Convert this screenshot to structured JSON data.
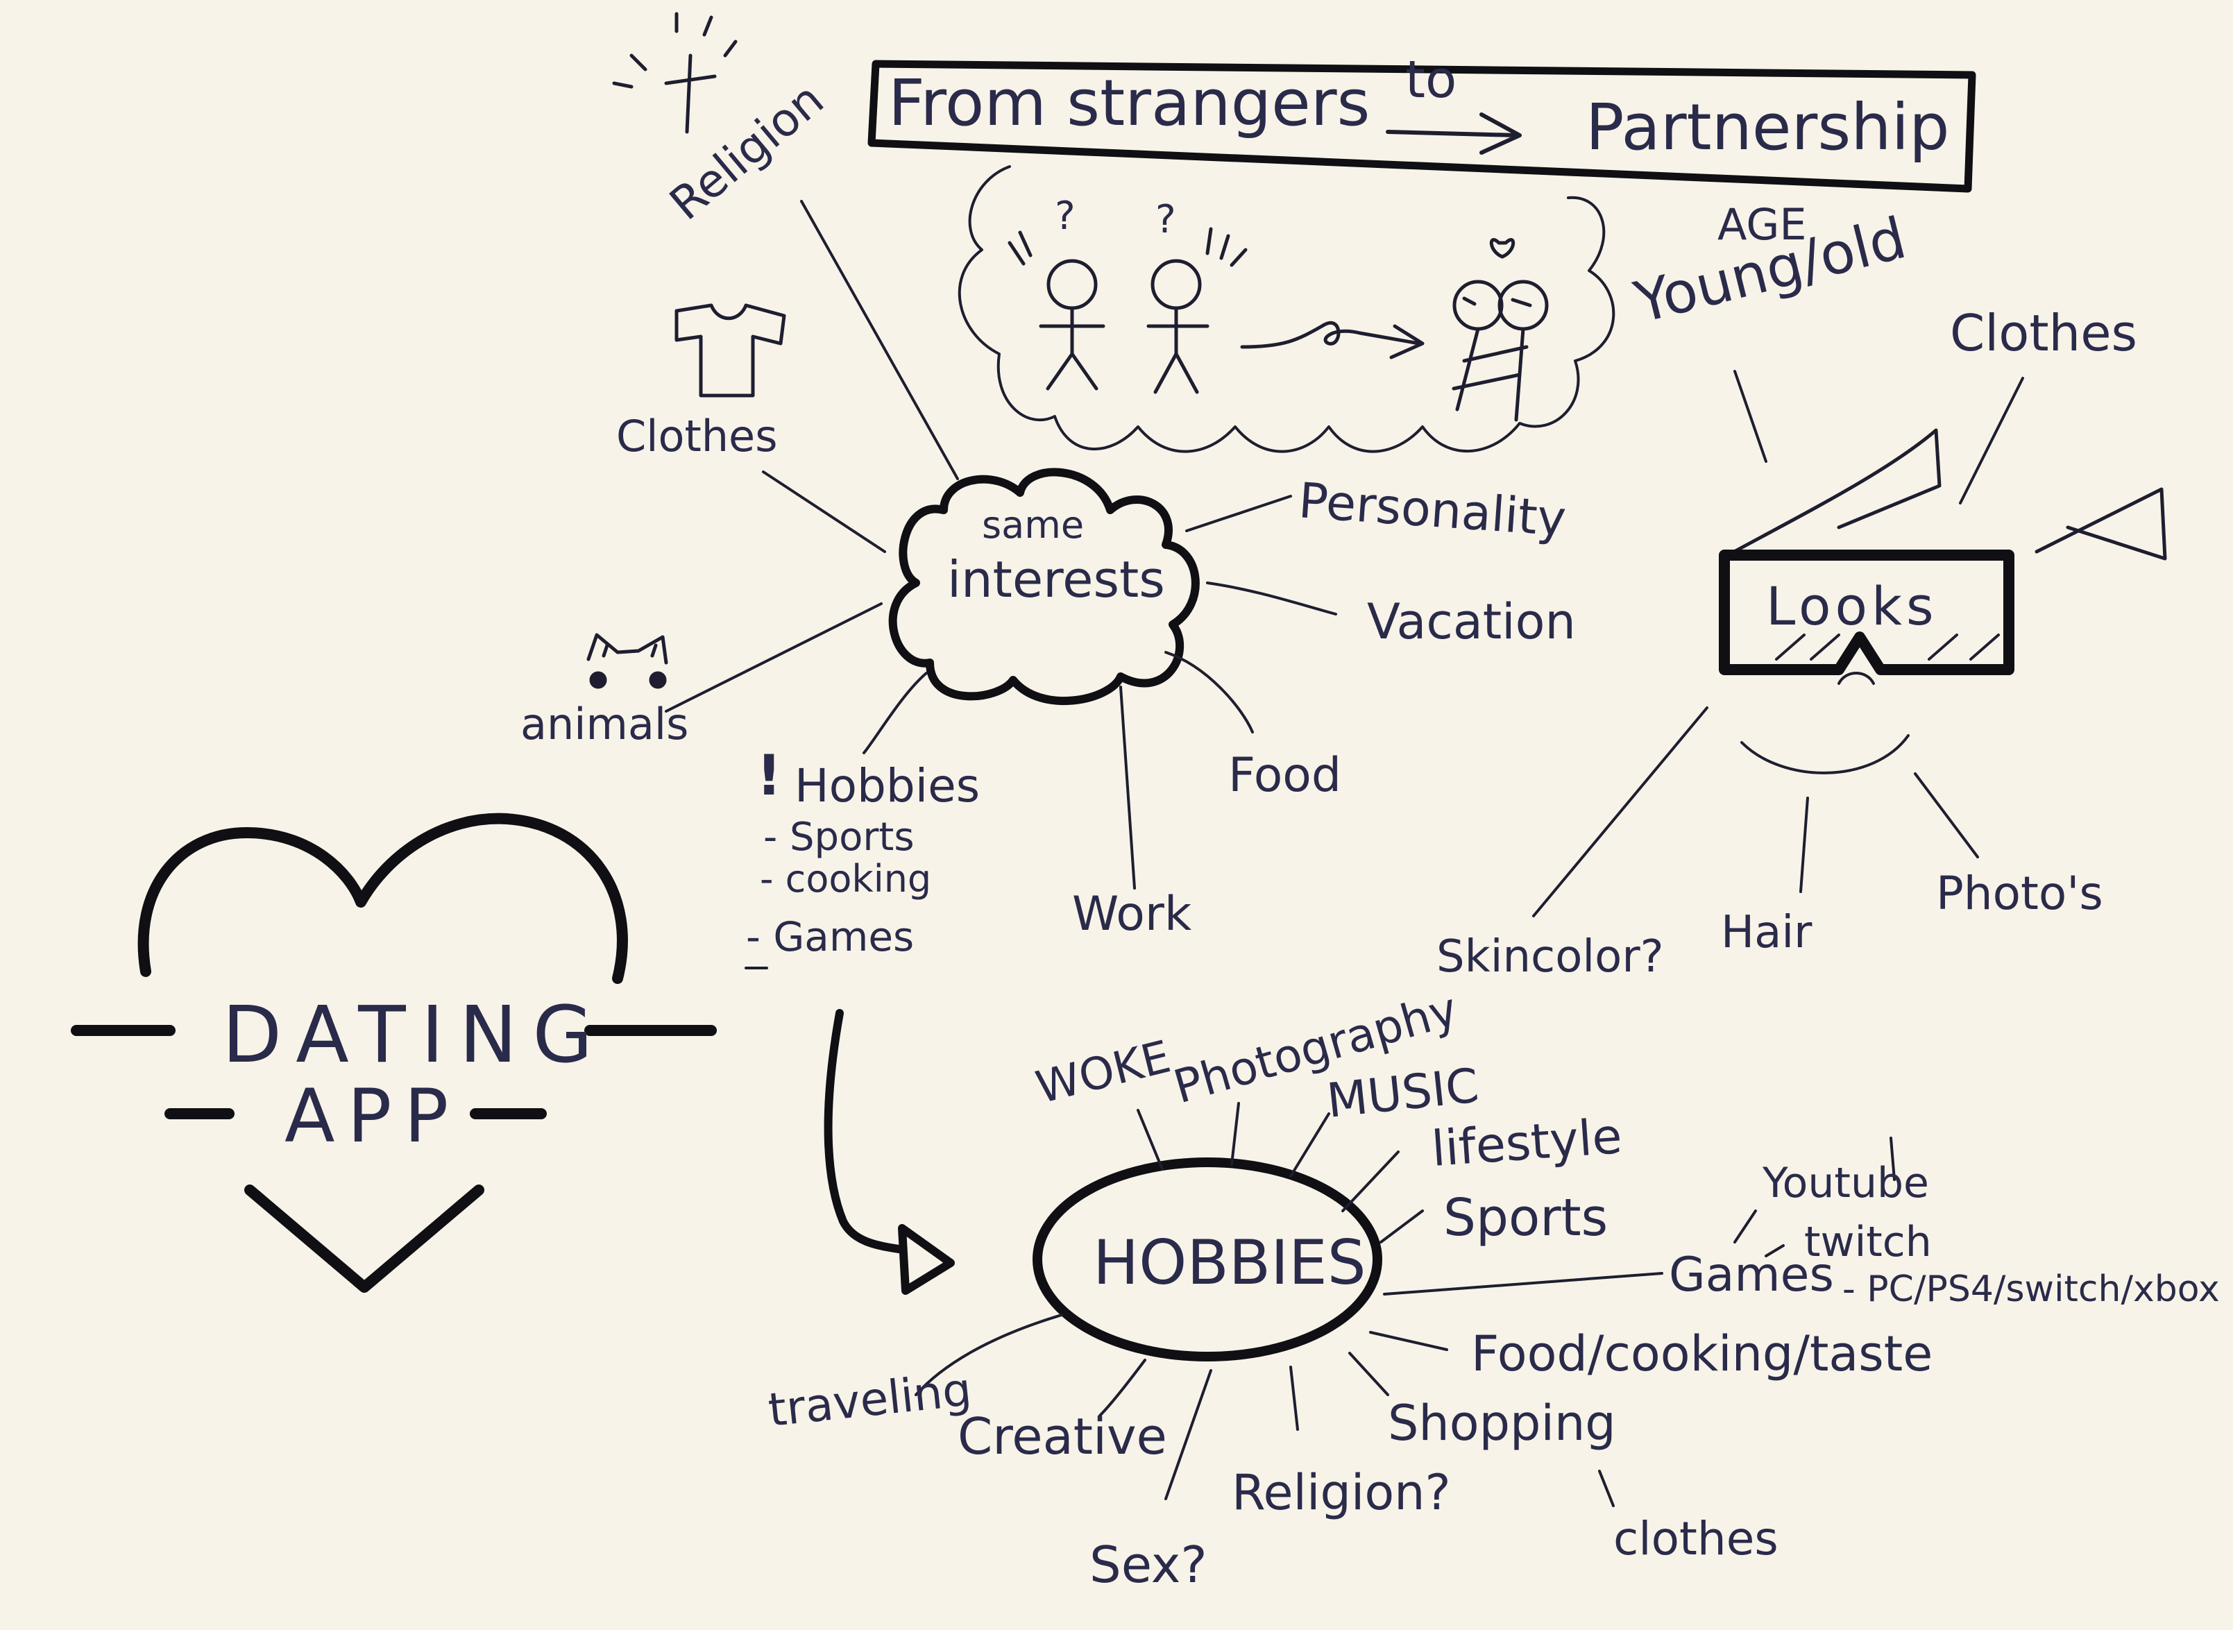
{
  "title": {
    "left": "From strangers",
    "middle": "to",
    "right": "Partnership"
  },
  "dating_app": {
    "line1": "DATING",
    "line2": "APP"
  },
  "interests": {
    "center_line1": "same",
    "center_line2": "interests",
    "branches": [
      "Religion",
      "Clothes",
      "animals",
      "Personality",
      "Vacation",
      "Food",
      "Work"
    ],
    "hobbies_list": {
      "header": "Hobbies",
      "mark": "!",
      "items": [
        "- Sports",
        "- cooking",
        "- Games"
      ]
    }
  },
  "looks": {
    "center": "Looks",
    "age_line1": "AGE",
    "age_line2": "Young/old",
    "branches": [
      "Clothes",
      "Skincolor?",
      "Hair",
      "Photo's"
    ]
  },
  "hobbies": {
    "center": "HOBBIES",
    "branches": [
      "WOKE",
      "Photography",
      "MUSIC",
      "lifestyle",
      "Sports",
      "Games",
      "Food/cooking/taste",
      "Shopping",
      "Religion?",
      "Sex?",
      "Creative",
      "traveling"
    ],
    "games_sub": [
      "Youtube",
      "twitch",
      "- PC/PS4/switch/xbox"
    ],
    "shopping_sub": "clothes"
  },
  "colors": {
    "paper": "#f7f3e8",
    "ink": "#2a2a4a",
    "marker": "#0f0f14"
  },
  "icons": [
    "cross-icon",
    "tshirt-icon",
    "cat-icon",
    "stick-figure-icon",
    "heart-icon",
    "glasses-icon"
  ]
}
